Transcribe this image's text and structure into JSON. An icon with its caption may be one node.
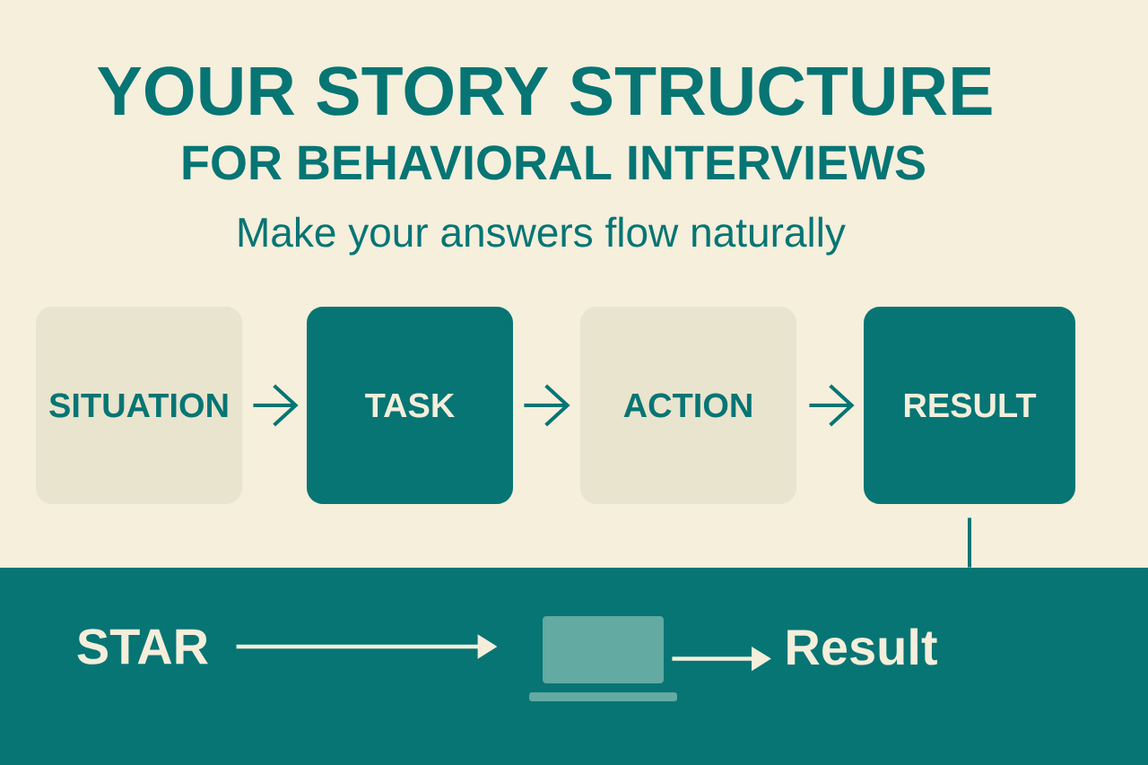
{
  "diagram": {
    "title": "YOUR STORY STRUCTURE",
    "nodes": [
      {
        "text": [
          "SITUATION"
        ]
      },
      {
        "text": [
          "TASK"
        ]
      },
      {
        "text": [
          "ACTION"
        ]
      },
      {
        "text": [
          "RESULT"
        ]
      },
      {
        "text": [],
        "shape": "box"
      },
      {
        "text": [
          "STAR"
        ],
        "in": 4
      },
      {
        "text": [],
        "shape": "box",
        "in": 4
      },
      {
        "text": [
          "Result"
        ],
        "in": 4
      }
    ],
    "edges": [
      {
        "from": 0,
        "to": 1,
        "arrow": "to"
      },
      {
        "from": 1,
        "to": 2,
        "arrow": "to"
      },
      {
        "from": 2,
        "to": 3,
        "arrow": "to"
      },
      {
        "from": 3,
        "to": 4,
        "arrow": "none"
      },
      {
        "from": 5,
        "to": 6,
        "arrow": "to",
        "color": "#f4eedb"
      },
      {
        "from": 6,
        "to": 7,
        "arrow": "to",
        "color": "#f4eedb"
      }
    ],
    "labels": [
      "FOR BEHAVIORAL INTERVIEWS",
      "Make your answers flow naturally"
    ]
  }
}
